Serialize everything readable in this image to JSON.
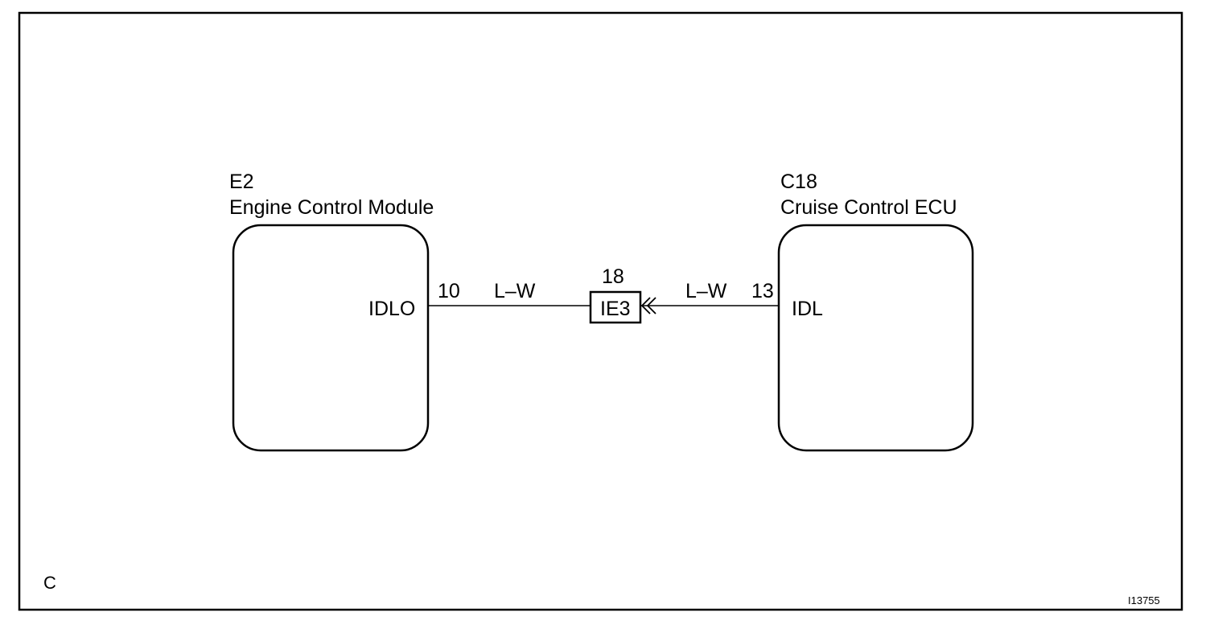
{
  "ecm": {
    "code": "E2",
    "name": "Engine Control Module",
    "terminal_label": "IDLO",
    "pin": "10"
  },
  "cruise_ecu": {
    "code": "C18",
    "name": "Cruise Control ECU",
    "terminal_label": "IDL",
    "pin": "13"
  },
  "connector": {
    "id": "IE3",
    "pin": "18"
  },
  "wires": {
    "left_color": "L–W",
    "right_color": "L–W"
  },
  "corner_code": "C",
  "figure_id": "I13755"
}
